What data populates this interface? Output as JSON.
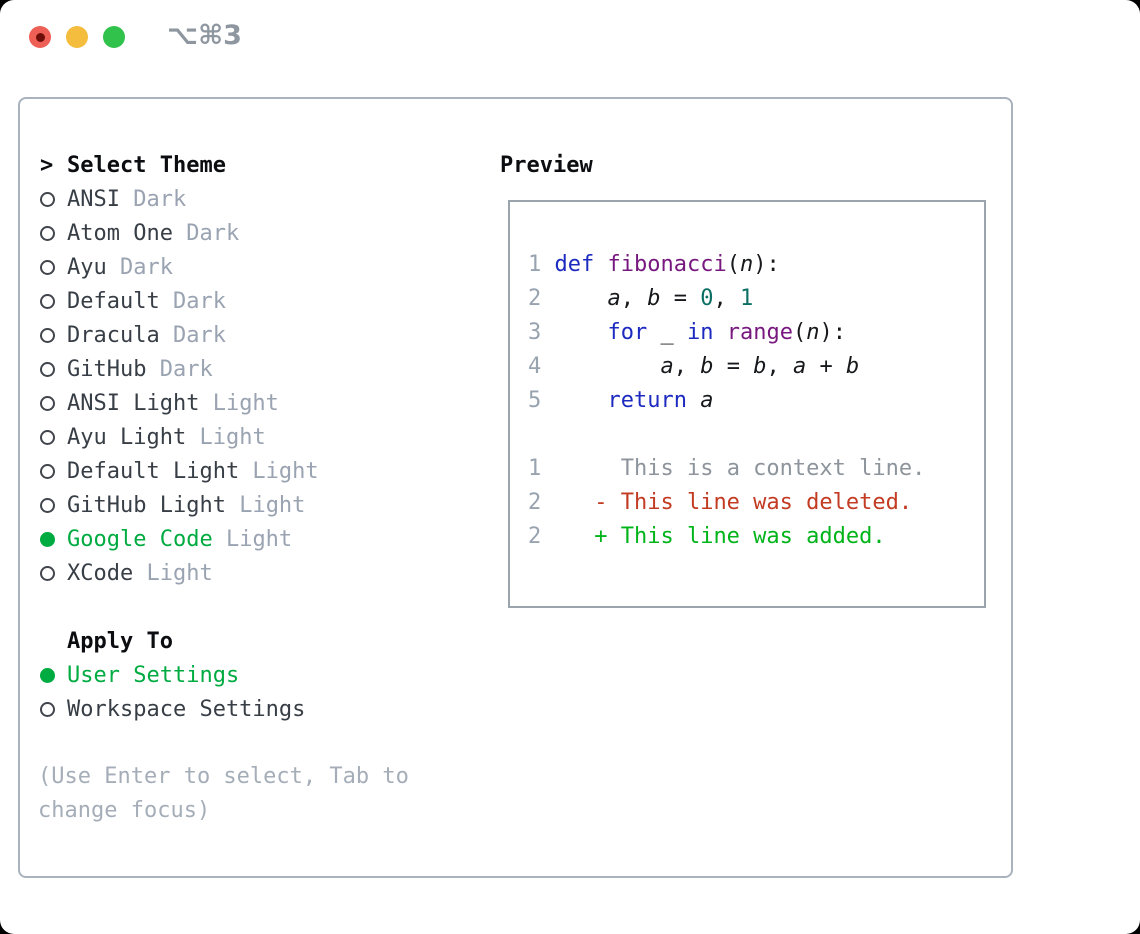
{
  "window_title": "⌥⌘3",
  "colors": {
    "selection_green": "#00ab41",
    "diff_added_green": "#00b41a",
    "diff_deleted_red": "#c23b22",
    "keyword_blue": "#1c2ac0",
    "function_purple": "#77187f",
    "literal_teal": "#0b6f63",
    "muted_gray": "#9aa3b1",
    "traffic_red": "#ee5f55",
    "traffic_yellow": "#f4bd3e",
    "traffic_green": "#31c24b"
  },
  "theme_list": {
    "header_prefix": ">",
    "header": "Select Theme",
    "items": [
      {
        "name": "ANSI",
        "variant": "Dark",
        "selected": false
      },
      {
        "name": "Atom One",
        "variant": "Dark",
        "selected": false
      },
      {
        "name": "Ayu",
        "variant": "Dark",
        "selected": false
      },
      {
        "name": "Default",
        "variant": "Dark",
        "selected": false
      },
      {
        "name": "Dracula",
        "variant": "Dark",
        "selected": false
      },
      {
        "name": "GitHub",
        "variant": "Dark",
        "selected": false
      },
      {
        "name": "ANSI Light",
        "variant": "Light",
        "selected": false
      },
      {
        "name": "Ayu Light",
        "variant": "Light",
        "selected": false
      },
      {
        "name": "Default Light",
        "variant": "Light",
        "selected": false
      },
      {
        "name": "GitHub Light",
        "variant": "Light",
        "selected": false
      },
      {
        "name": "Google Code",
        "variant": "Light",
        "selected": true
      },
      {
        "name": "XCode",
        "variant": "Light",
        "selected": false
      }
    ]
  },
  "apply_to": {
    "header": "Apply To",
    "options": [
      {
        "label": "User Settings",
        "selected": true
      },
      {
        "label": "Workspace Settings",
        "selected": false
      }
    ]
  },
  "hint": "(Use Enter to select, Tab to change focus)",
  "preview": {
    "header": "Preview",
    "lines": [
      [
        {
          "t": "1 ",
          "y": "ln"
        },
        {
          "t": "def ",
          "y": "kw"
        },
        {
          "t": "fibonacci",
          "y": "fn"
        },
        {
          "t": "(",
          "y": "pl"
        },
        {
          "t": "n",
          "y": "va"
        },
        {
          "t": "):",
          "y": "pl"
        }
      ],
      [
        {
          "t": "2",
          "y": "ln"
        },
        {
          "t": "     ",
          "y": "pl"
        },
        {
          "t": "a",
          "y": "va"
        },
        {
          "t": ", ",
          "y": "pl"
        },
        {
          "t": "b",
          "y": "va"
        },
        {
          "t": " = ",
          "y": "pl"
        },
        {
          "t": "0",
          "y": "li"
        },
        {
          "t": ", ",
          "y": "pl"
        },
        {
          "t": "1",
          "y": "li"
        }
      ],
      [
        {
          "t": "3",
          "y": "ln"
        },
        {
          "t": "     ",
          "y": "pl"
        },
        {
          "t": "for ",
          "y": "kw"
        },
        {
          "t": "_ ",
          "y": "pl"
        },
        {
          "t": "in ",
          "y": "kw"
        },
        {
          "t": "range",
          "y": "fn"
        },
        {
          "t": "(",
          "y": "pl"
        },
        {
          "t": "n",
          "y": "va"
        },
        {
          "t": "):",
          "y": "pl"
        }
      ],
      [
        {
          "t": "4",
          "y": "ln"
        },
        {
          "t": "         ",
          "y": "pl"
        },
        {
          "t": "a",
          "y": "va"
        },
        {
          "t": ", ",
          "y": "pl"
        },
        {
          "t": "b",
          "y": "va"
        },
        {
          "t": " = ",
          "y": "pl"
        },
        {
          "t": "b",
          "y": "va"
        },
        {
          "t": ", ",
          "y": "pl"
        },
        {
          "t": "a",
          "y": "va"
        },
        {
          "t": " + ",
          "y": "pl"
        },
        {
          "t": "b",
          "y": "va"
        }
      ],
      [
        {
          "t": "5",
          "y": "ln"
        },
        {
          "t": "     ",
          "y": "pl"
        },
        {
          "t": "return ",
          "y": "kw"
        },
        {
          "t": "a",
          "y": "va"
        }
      ],
      [],
      [
        {
          "t": "1",
          "y": "ln"
        },
        {
          "t": "      ",
          "y": "pl"
        },
        {
          "t": "This is a context line.",
          "y": "ctx"
        }
      ],
      [
        {
          "t": "2",
          "y": "ln"
        },
        {
          "t": "    ",
          "y": "pl"
        },
        {
          "t": "- This line was deleted.",
          "y": "del"
        }
      ],
      [
        {
          "t": "2",
          "y": "ln"
        },
        {
          "t": "    ",
          "y": "pl"
        },
        {
          "t": "+ This line was added.",
          "y": "add"
        }
      ]
    ]
  }
}
